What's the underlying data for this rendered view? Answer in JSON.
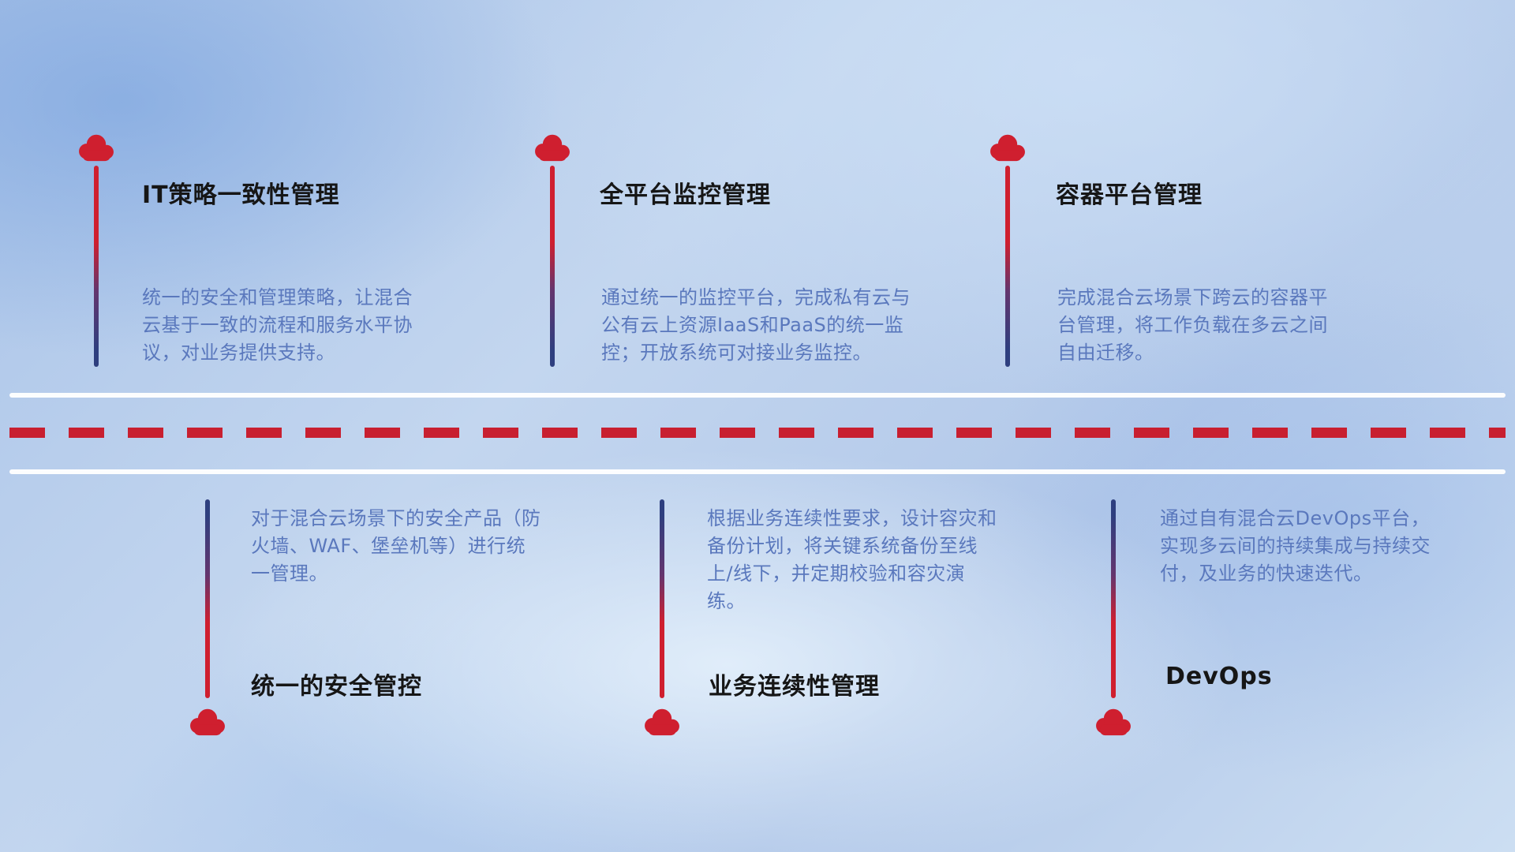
{
  "theme": {
    "red": "#cf1f2f",
    "dark_blue": "#2e3f7f",
    "desc_text_color": "#5a78bd",
    "title_color": "#161616",
    "road_white": "#ffffff"
  },
  "top_items": [
    {
      "icon": "cloud-icon",
      "title": "IT策略一致性管理",
      "description": "统一的安全和管理策略，让混合云基于一致的流程和服务水平协议，对业务提供支持。"
    },
    {
      "icon": "cloud-icon",
      "title": "全平台监控管理",
      "description": "通过统一的监控平台，完成私有云与公有云上资源IaaS和PaaS的统一监控；开放系统可对接业务监控。"
    },
    {
      "icon": "cloud-icon",
      "title": "容器平台管理",
      "description": "完成混合云场景下跨云的容器平台管理，将工作负载在多云之间自由迁移。"
    }
  ],
  "bottom_items": [
    {
      "icon": "cloud-icon",
      "title": "统一的安全管控",
      "description": "对于混合云场景下的安全产品（防火墙、WAF、堡垒机等）进行统一管理。"
    },
    {
      "icon": "cloud-icon",
      "title": "业务连续性管理",
      "description": "根据业务连续性要求，设计容灾和备份计划，将关键系统备份至线上/线下，并定期校验和容灾演练。"
    },
    {
      "icon": "cloud-icon",
      "title": "DevOps",
      "description": "通过自有混合云DevOps平台，实现多云间的持续集成与持续交付，及业务的快速迭代。"
    }
  ]
}
